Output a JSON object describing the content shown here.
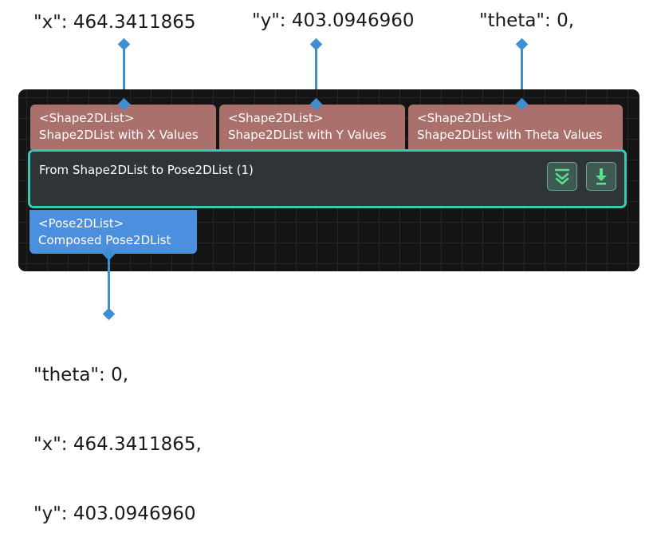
{
  "callouts": {
    "x": "\"x\": 464.3411865",
    "y": "\"y\": 403.0946960",
    "theta": "\"theta\": 0,"
  },
  "inputs": [
    {
      "type": "<Shape2DList>",
      "label": "Shape2DList with X Values"
    },
    {
      "type": "<Shape2DList>",
      "label": "Shape2DList with Y Values"
    },
    {
      "type": "<Shape2DList>",
      "label": "Shape2DList with Theta Values"
    }
  ],
  "node": {
    "title": "From Shape2DList to Pose2DList (1)",
    "buttons": [
      "collapse-icon",
      "download-icon"
    ]
  },
  "output": {
    "type": "<Pose2DList>",
    "label": "Composed Pose2DList"
  },
  "output_values": {
    "line1": "\"theta\": 0,",
    "line2": "\"x\": 464.3411865,",
    "line3": "\"y\": 403.0946960"
  },
  "colors": {
    "input_port": "#a9706c",
    "output_port": "#4d8fdf",
    "node_border": "#36c9b4",
    "connector": "#3d8fd1",
    "canvas": "#141414"
  }
}
